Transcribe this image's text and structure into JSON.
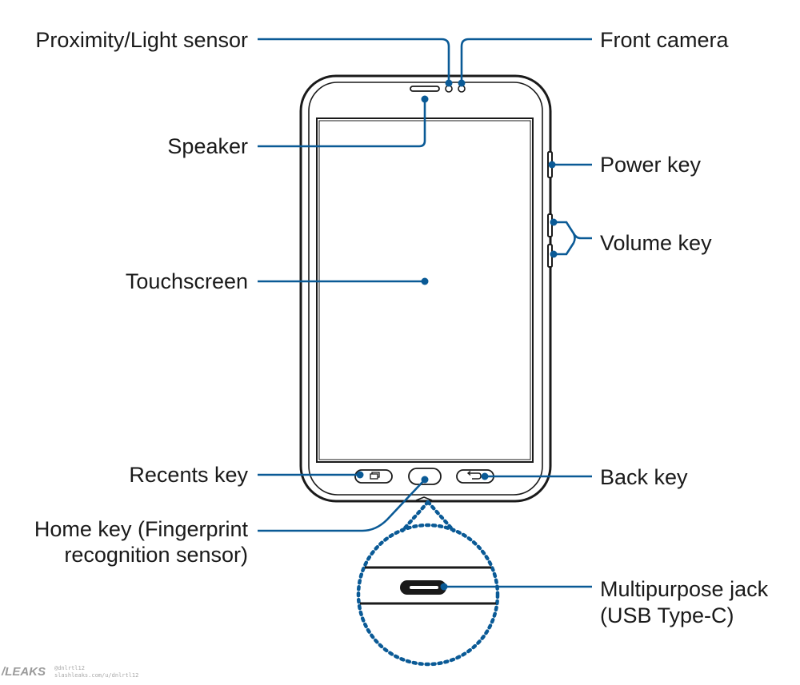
{
  "labels": {
    "proximity_sensor": "Proximity/Light sensor",
    "front_camera": "Front camera",
    "speaker": "Speaker",
    "power_key": "Power key",
    "volume_key": "Volume key",
    "touchscreen": "Touchscreen",
    "recents_key": "Recents key",
    "back_key": "Back key",
    "home_key_line1": "Home key (Fingerprint",
    "home_key_line2": "recognition sensor)",
    "multipurpose_line1": "Multipurpose jack",
    "multipurpose_line2": "(USB Type-C)"
  },
  "watermark": {
    "brand": "/LEAKS",
    "handle": "@dnlrtl12",
    "url": "slashleaks.com/u/dnlrtl12"
  },
  "colors": {
    "callout": "#0a5a96",
    "outline": "#1a1a1a",
    "text": "#1a1a1a"
  },
  "icons": {
    "recents": "recents-icon",
    "back": "back-arrow-icon"
  }
}
